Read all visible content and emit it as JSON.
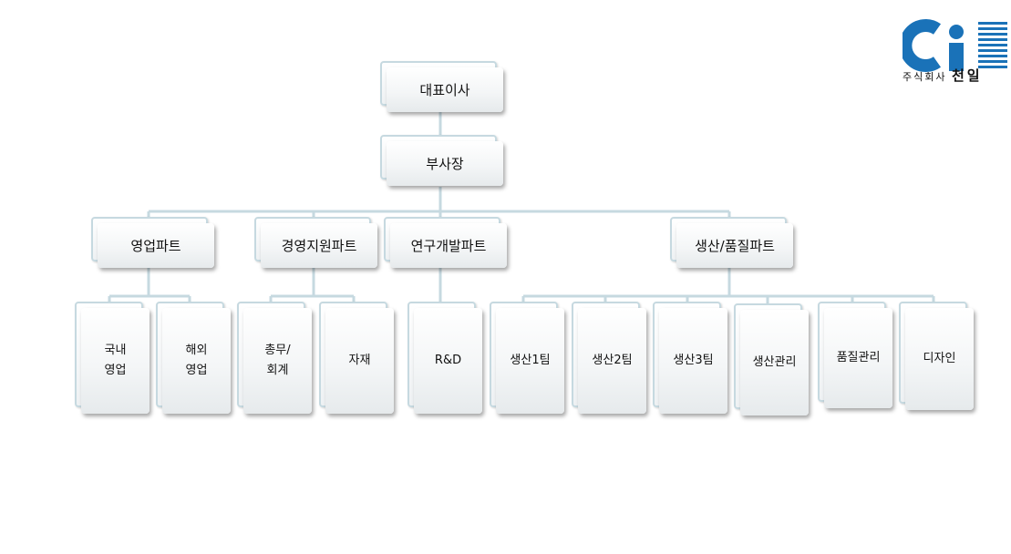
{
  "company": {
    "logo_mark": "ci",
    "prefix": "주식회사",
    "name": "천일",
    "brand_color": "#1a72b8"
  },
  "org": {
    "ceo": "대표이사",
    "vp": "부사장",
    "parts": {
      "sales": "영업파트",
      "management": "경영지원파트",
      "rnd": "연구개발파트",
      "production": "생산/품질파트"
    },
    "teams": {
      "domestic_sales": "국내\n영업",
      "overseas_sales": "해외\n영업",
      "admin_accounting": "총무/\n회계",
      "materials": "자재",
      "rnd": "R&D",
      "production1": "생산1팀",
      "production2": "생산2팀",
      "production3": "생산3팀",
      "production_management": "생산관리",
      "quality_management": "품질관리",
      "design": "디자인"
    }
  },
  "colors": {
    "connector": "#c6d9e0"
  }
}
